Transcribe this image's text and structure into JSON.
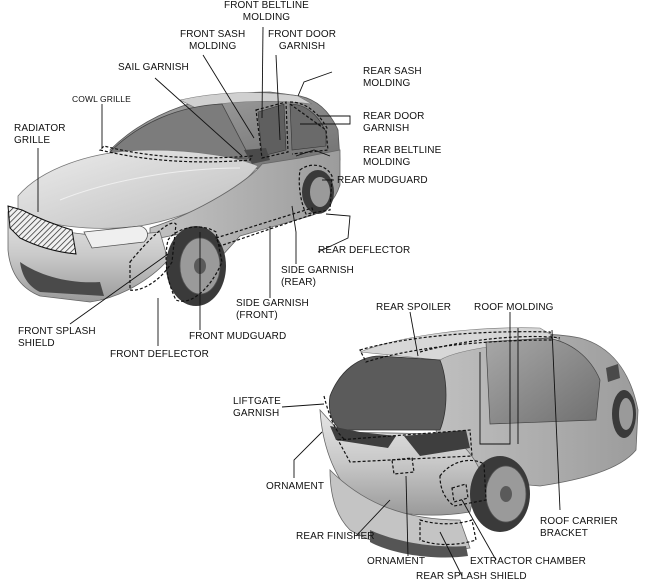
{
  "diagram": {
    "labels": {
      "front_beltline_molding": "FRONT BELTLINE\nMOLDING",
      "front_sash_molding": "FRONT SASH\nMOLDING",
      "front_door_garnish": "FRONT DOOR\nGARNISH",
      "sail_garnish": "SAIL GARNISH",
      "rear_sash_molding": "REAR SASH\nMOLDING",
      "cowl_grille": "COWL GRILLE",
      "rear_door_garnish": "REAR DOOR\nGARNISH",
      "radiator_grille": "RADIATOR\nGRILLE",
      "rear_beltline_molding": "REAR BELTLINE\nMOLDING",
      "rear_mudguard": "REAR MUDGUARD",
      "rear_deflector": "REAR DEFLECTOR",
      "side_garnish_rear": "SIDE GARNISH\n(REAR)",
      "side_garnish_front": "SIDE GARNISH\n(FRONT)",
      "front_splash_shield": "FRONT SPLASH\nSHIELD",
      "front_mudguard": "FRONT MUDGUARD",
      "front_deflector": "FRONT DEFLECTOR",
      "rear_spoiler": "REAR SPOILER",
      "roof_molding": "ROOF MOLDING",
      "liftgate_garnish": "LIFTGATE\nGARNISH",
      "ornament_upper": "ORNAMENT",
      "rear_finisher": "REAR FINISHER",
      "roof_carrier_bracket": "ROOF CARRIER\nBRACKET",
      "ornament_lower": "ORNAMENT",
      "extractor_chamber": "EXTRACTOR CHAMBER",
      "rear_splash_shield": "REAR SPLASH SHIELD"
    },
    "colors": {
      "body_light": "#d9d9d9",
      "body_mid": "#b5b5b5",
      "body_dark": "#6e6e6e",
      "glass": "#8f8f8f",
      "tire": "#3a3a3a",
      "line": "#111111"
    }
  }
}
